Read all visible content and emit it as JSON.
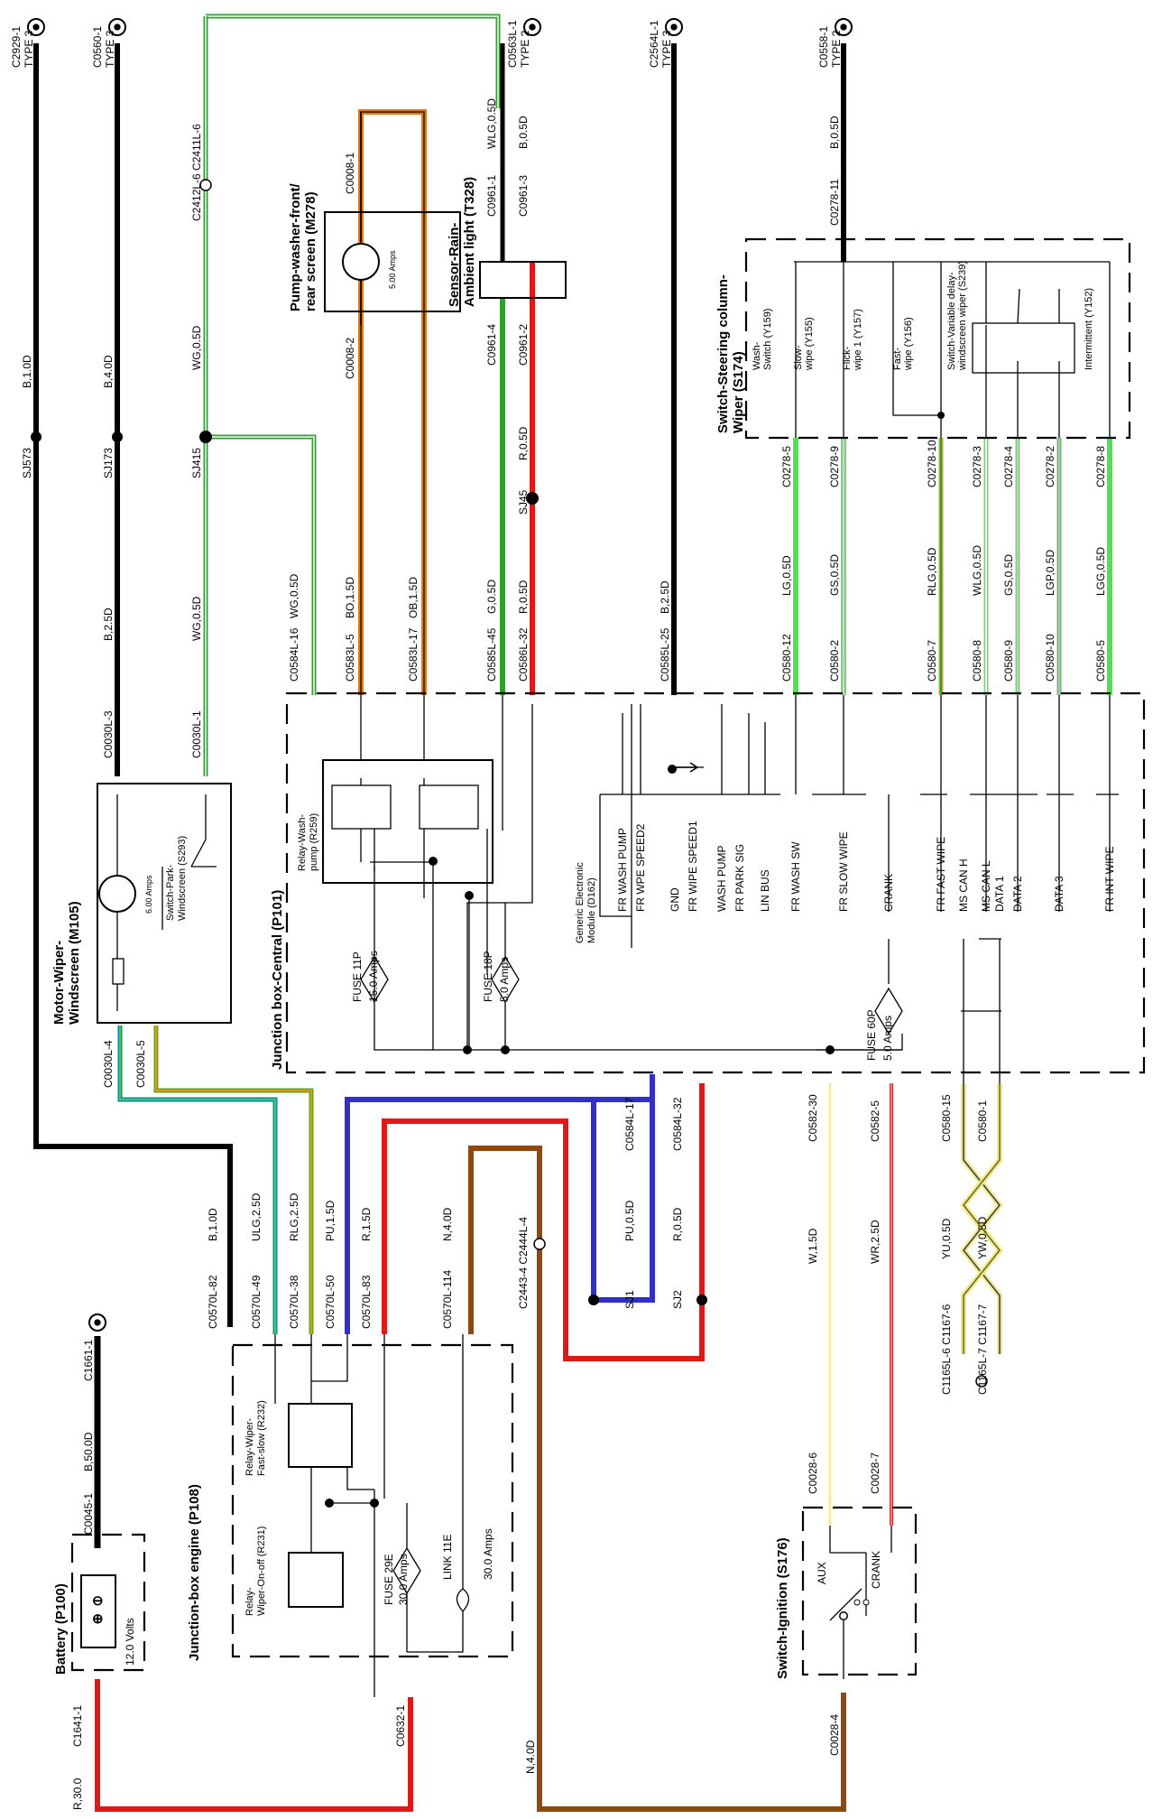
{
  "connectors_top": [
    {
      "id": "C2929-1",
      "type": "TYPE 3"
    },
    {
      "id": "C0560-1",
      "type": "TYPE 3"
    },
    {
      "id": "C0563L-1",
      "type": "TYPE 2"
    },
    {
      "id": "C2564L-1",
      "type": "TYPE 3"
    },
    {
      "id": "C0558-1",
      "type": "TYPE 2"
    }
  ],
  "components": {
    "pump": {
      "title1": "Pump-washer-front/",
      "title2": "rear screen (M278)",
      "rating": "5.00 Amps",
      "pin_top": "C0008-1",
      "pin_bottom": "C0008-2"
    },
    "rain_sensor": {
      "title1": "Sensor-Rain-",
      "title2": "Ambient light (T328)"
    },
    "steering_switch": {
      "title1": "Switch-Steering column-",
      "title2": "Wiper (S174)"
    },
    "motor": {
      "title1": "Motor-Wiper-",
      "title2": "Windscreen (M105)",
      "rating": "6.00 Amps",
      "park_switch1": "Switch-Park-",
      "park_switch2": "Windscreen (S293)"
    },
    "jb_central": {
      "title": "Junction box-Central (P101)",
      "relay1": "Relay-Wash-",
      "relay2": "pump (R259)",
      "gem1": "Generic Electronic",
      "gem2": "Module (D162)"
    },
    "jb_engine": {
      "title": "Junction-box engine (P108)",
      "relay_fast1": "Relay-Wiper-",
      "relay_fast2": "Fast-slow (R232)",
      "relay_on1": "Relay-",
      "relay_on2": "Wiper-On-off (R231)"
    },
    "battery": {
      "title": "Battery (P100)",
      "volts": "12.0 Volts",
      "pin_top": "C0045-1",
      "pin_bottom": "C1641-1",
      "terminal": "C1661-1"
    },
    "ignition": {
      "title": "Switch-Ignition (S176)",
      "aux": "AUX",
      "crank": "CRANK",
      "pin_bottom": "C0028-4"
    }
  },
  "sub_switches": [
    {
      "l1": "Wash-",
      "l2": "Switch (Y159)"
    },
    {
      "l1": "Slow-",
      "l2": "wipe (Y155)"
    },
    {
      "l1": "Flick-",
      "l2": "wipe 1 (Y157)"
    },
    {
      "l1": "Fast-",
      "l2": "wipe (Y156)"
    },
    {
      "l1": "Switch-Variable delay-",
      "l2": "windscreen wiper (S239)"
    },
    {
      "l1": "Intermittent (Y152)",
      "l2": ""
    }
  ],
  "fuses": {
    "f11p": {
      "name": "FUSE 11P",
      "amps": "15.0 Amps"
    },
    "f18p": {
      "name": "FUSE 18P",
      "amps": "5.0 Amps"
    },
    "f60p": {
      "name": "FUSE 60P",
      "amps": "5.0 Amps"
    },
    "f29e": {
      "name": "FUSE 29E",
      "amps": "30.0 Amps"
    },
    "l11e": {
      "name": "LINK 11E",
      "amps": "30.0 Amps"
    }
  },
  "gem_signals": [
    "FR WASH PUMP",
    "FR WPE SPEED2",
    "GND",
    "FR WIPE SPEED1",
    "WASH PUMP",
    "FR PARK SIG",
    "LIN BUS",
    "FR WASH SW",
    "FR SLOW WIPE",
    "CRANK",
    "FR FAST WIPE",
    "MS CAN H",
    "MS CAN L",
    "DATA 1",
    "DATA 2",
    "DATA 3",
    "FR INT WIPE"
  ],
  "wires": {
    "w2929": [
      "SJ573",
      "B,1.0D"
    ],
    "w0560": [
      "SJ173",
      "B,4.0D"
    ],
    "w_b25": [
      "B,2.5D"
    ],
    "w_c0030l3": [
      "C0030L-3"
    ],
    "w_splice": [
      "C2412L-6 C2411L-6",
      "WG,0.5D",
      "SJ415",
      "WG,0.5D",
      "C0030L-1"
    ],
    "w_c0584_16": [
      "C0584L-16",
      "WG,0.5D"
    ],
    "w_c0583_5": [
      "C0583L-5",
      "BO,1.5D"
    ],
    "w_c0583_17": [
      "C0583L-17",
      "OB,1.5D"
    ],
    "w_c0008_2": [
      "C0008-2"
    ],
    "w_c0961": [
      "C0961-1",
      "WLG,0.5D",
      "B,0.5D",
      "C0961-3",
      "C0961-4",
      "C0961-2",
      "SJ45",
      "R,0.5D"
    ],
    "w_c0585_45": [
      "C0585L-45",
      "G,0.5D"
    ],
    "w_c0586_32": [
      "C0586L-32",
      "R,0.5D"
    ],
    "w_c0585_25": [
      "C0585L-25",
      "B,2.5D"
    ],
    "w_c0278_11": [
      "C0278-11",
      "B,0.5D"
    ],
    "steering_pins": [
      "C0278-5",
      "C0278-9",
      "C0278-10",
      "C0278-3",
      "C0278-4",
      "C0278-2",
      "C0278-8"
    ],
    "gem_pins": [
      [
        "C0580-12",
        "LG,0.5D"
      ],
      [
        "C0580-2",
        "GS,0.5D"
      ],
      [
        "C0580-7",
        "RLG,0.5D"
      ],
      [
        "C0580-8",
        "WLG,0.5D"
      ],
      [
        "C0580-9",
        "GS,0.5D"
      ],
      [
        "C0580-10",
        "LGP,0.5D"
      ],
      [
        "C0580-5",
        "LGG,0.5D"
      ]
    ],
    "motor_pins": [
      "C0030L-4",
      "C0030L-5"
    ],
    "engine_pins": [
      [
        "C0570L-82",
        "B,1.0D"
      ],
      [
        "C0570L-49",
        "ULG,2.5D"
      ],
      [
        "C0570L-38",
        "RLG,2.5D"
      ],
      [
        "C0570L-50",
        "PU,1.5D"
      ],
      [
        "C0570L-83",
        "R,1.5D"
      ],
      [
        "C0570L-114",
        "N,4.0D"
      ]
    ],
    "splice_c2443": [
      "C2443-4 C2444L-4"
    ],
    "pu_red": [
      "C0584L-17",
      "PU,0.5D",
      "SJ1",
      "C0584L-32",
      "R,0.5D",
      "SJ2"
    ],
    "ign_pins": [
      "C0582-30",
      "W,1.5D",
      "C0582-5",
      "WR,2.5D",
      "C0028-6",
      "C0028-7"
    ],
    "can_pins": [
      "C0580-15",
      "C0580-1",
      "YU,0.5D",
      "YW,0.5D",
      "C1165L-6 C1167-6",
      "C1165L-7 C1167-7"
    ],
    "bottom": [
      "C0632-1",
      "N,4.0D",
      "R,30.0",
      "B,50.0D"
    ]
  }
}
